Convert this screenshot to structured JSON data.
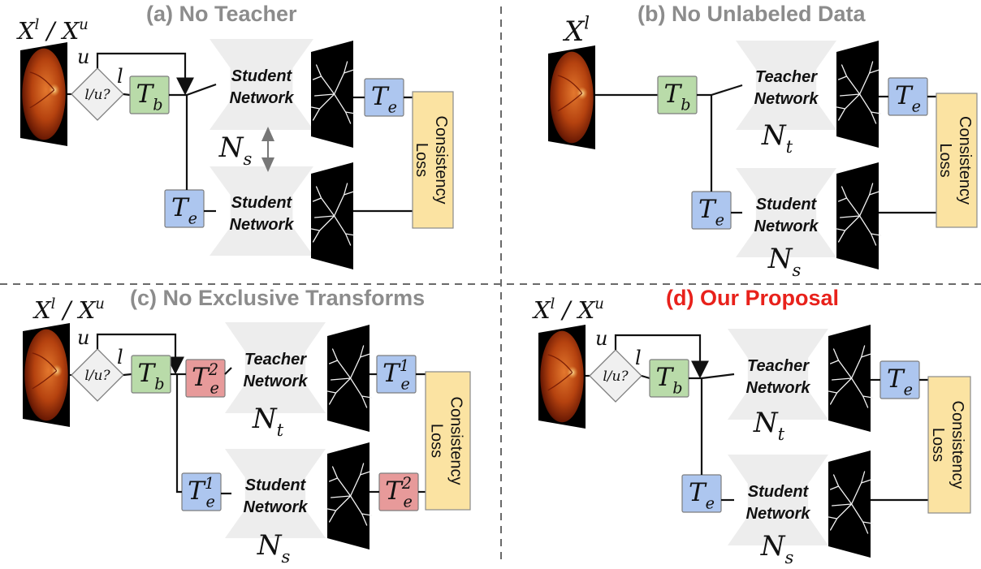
{
  "panels": [
    {
      "id": "a",
      "title_tag": "(a)",
      "title": "No Teacher",
      "title_color": "#8c8c8c",
      "input_label": "X^l / X^u",
      "has_decision": true,
      "decision_label": "l/u?",
      "branch_u": "u",
      "branch_l": "l",
      "base_transform": "T_b",
      "upper_pre_transform": "",
      "lower_pre_transform": "T_e",
      "upper_network": "Student Network",
      "upper_network_symbol": "",
      "lower_network": "Student Network",
      "lower_network_symbol": "",
      "shared_symbol": "N_s",
      "upper_post_transform": "T_e",
      "lower_post_transform": "",
      "loss_label": "Consistency Loss"
    },
    {
      "id": "b",
      "title_tag": "(b)",
      "title": "No Unlabeled Data",
      "title_color": "#8c8c8c",
      "input_label": "X^l",
      "has_decision": false,
      "decision_label": "",
      "branch_u": "",
      "branch_l": "",
      "base_transform": "T_b",
      "upper_pre_transform": "",
      "lower_pre_transform": "T_e",
      "upper_network": "Teacher Network",
      "upper_network_symbol": "N_t",
      "lower_network": "Student Network",
      "lower_network_symbol": "N_s",
      "shared_symbol": "",
      "upper_post_transform": "T_e",
      "lower_post_transform": "",
      "loss_label": "Consistency Loss"
    },
    {
      "id": "c",
      "title_tag": "(c)",
      "title": "No Exclusive Transforms",
      "title_color": "#8c8c8c",
      "input_label": "X^l / X^u",
      "has_decision": true,
      "decision_label": "l/u?",
      "branch_u": "u",
      "branch_l": "l",
      "base_transform": "T_b",
      "upper_pre_transform": "T_e^2",
      "lower_pre_transform": "T_e^1",
      "upper_network": "Teacher Network",
      "upper_network_symbol": "N_t",
      "lower_network": "Student Network",
      "lower_network_symbol": "N_s",
      "shared_symbol": "",
      "upper_post_transform": "T_e^1",
      "lower_post_transform": "T_e^2",
      "loss_label": "Consistency Loss"
    },
    {
      "id": "d",
      "title_tag": "(d)",
      "title": "Our Proposal",
      "title_color": "#e8211b",
      "input_label": "X^l / X^u",
      "has_decision": true,
      "decision_label": "l/u?",
      "branch_u": "u",
      "branch_l": "l",
      "base_transform": "T_b",
      "upper_pre_transform": "",
      "lower_pre_transform": "T_e",
      "upper_network": "Teacher Network",
      "upper_network_symbol": "N_t",
      "lower_network": "Student Network",
      "lower_network_symbol": "N_s",
      "shared_symbol": "",
      "upper_post_transform": "T_e",
      "lower_post_transform": "",
      "loss_label": "Consistency Loss"
    }
  ],
  "colors": {
    "base_transform": "#b9dba9",
    "exclusive_transform": "#adc6ef",
    "shared_transform": "#e79a9a",
    "loss_box": "#fbe3a2",
    "network": "#ededed",
    "divider": "#6a6a6a"
  },
  "icons": [
    "fundus-image",
    "vessel-segmentation-mask",
    "network-hourglass",
    "decision-diamond"
  ]
}
